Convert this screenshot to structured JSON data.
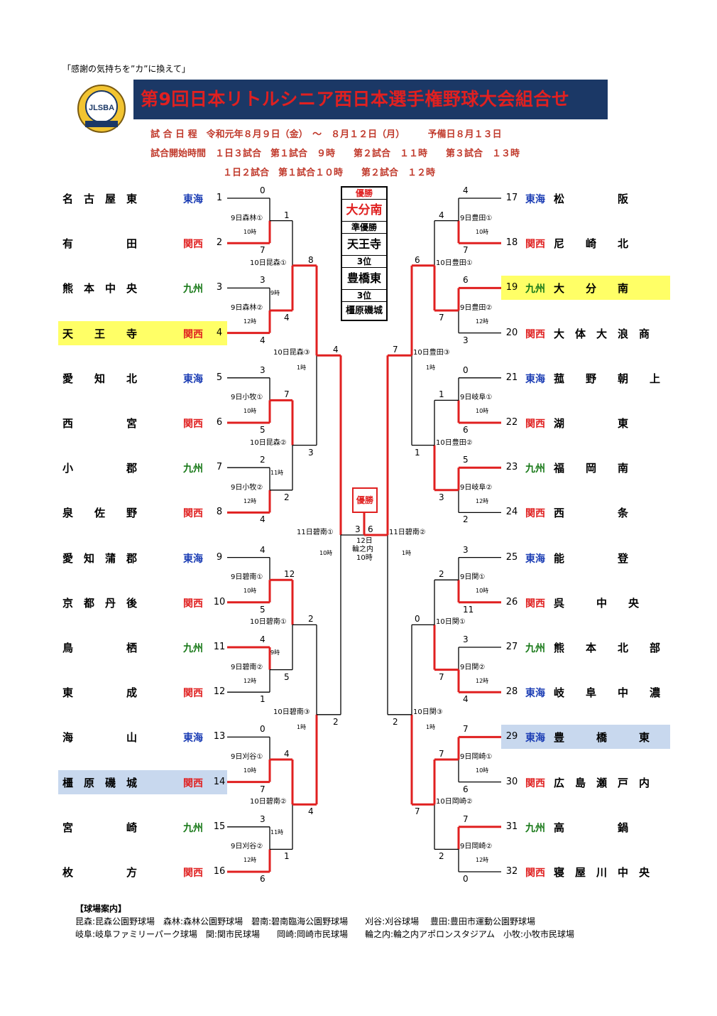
{
  "slogan": "「感謝の気持ちを”カ”に換えて」",
  "title": "第9回日本リトルシニア西日本選手権野球大会組合せ",
  "logo_text": "JLSBA",
  "schedule": {
    "line1": "試 合 日 程　令和元年８月９日（金）　～　８月１２日（月）　　　予備日８月１３日",
    "line2": "試合開始時間　１日３試合　第１試合　９時　　第２試合　１１時　　第３試合　１３時",
    "line3": "１日２試合　第１試合１０時　　第２試合　１２時"
  },
  "results": {
    "champion_label": "優勝",
    "champion": "大分南",
    "runner_up_label": "準優勝",
    "runner_up": "天王寺",
    "third_label": "3位",
    "third1": "豊橋東",
    "third2_label": "3位",
    "third2": "橿原磯城"
  },
  "colors": {
    "tokai": "#1a3cb4",
    "kansai": "#e02020",
    "kyushu": "#1a7a1a",
    "bracket_win": "#e02020",
    "highlight_yellow": "#ffff66",
    "highlight_blue": "#c8d8ee"
  },
  "left_teams": [
    {
      "name": "名　古　屋　東",
      "region": "東海",
      "no": "1"
    },
    {
      "name": "有　　　　　田",
      "region": "関西",
      "no": "2"
    },
    {
      "name": "熊　本　中　央",
      "region": "九州",
      "no": "3"
    },
    {
      "name": "天　　王　　寺",
      "region": "関西",
      "no": "4"
    },
    {
      "name": "愛　　知　　北",
      "region": "東海",
      "no": "5"
    },
    {
      "name": "西　　　　　宮",
      "region": "関西",
      "no": "6"
    },
    {
      "name": "小　　　　　郡",
      "region": "九州",
      "no": "7"
    },
    {
      "name": "泉　　佐　　野",
      "region": "関西",
      "no": "8"
    },
    {
      "name": "愛　知　蒲　郡",
      "region": "東海",
      "no": "9"
    },
    {
      "name": "京　都　丹　後",
      "region": "関西",
      "no": "10"
    },
    {
      "name": "鳥　　　　　栖",
      "region": "九州",
      "no": "11"
    },
    {
      "name": "東　　　　　成",
      "region": "関西",
      "no": "12"
    },
    {
      "name": "海　　　　　山",
      "region": "東海",
      "no": "13"
    },
    {
      "name": "橿　原　磯　城",
      "region": "関西",
      "no": "14"
    },
    {
      "name": "宮　　　　　崎",
      "region": "九州",
      "no": "15"
    },
    {
      "name": "枚　　　　　方",
      "region": "関西",
      "no": "16"
    }
  ],
  "right_teams": [
    {
      "name": "松　　　　　阪",
      "region": "東海",
      "no": "17"
    },
    {
      "name": "尼　　崎　　北",
      "region": "関西",
      "no": "18"
    },
    {
      "name": "大　　分　　南",
      "region": "九州",
      "no": "19"
    },
    {
      "name": "大　体　大　浪　商",
      "region": "関西",
      "no": "20"
    },
    {
      "name": "菰　　野　　朝　　上",
      "region": "東海",
      "no": "21"
    },
    {
      "name": "湖　　　　　東",
      "region": "関西",
      "no": "22"
    },
    {
      "name": "福　　岡　　南",
      "region": "九州",
      "no": "23"
    },
    {
      "name": "西　　　　　条",
      "region": "関西",
      "no": "24"
    },
    {
      "name": "能　　　　　登",
      "region": "東海",
      "no": "25"
    },
    {
      "name": "呉　　　中　　央",
      "region": "関西",
      "no": "26"
    },
    {
      "name": "熊　　本　　北　　部",
      "region": "九州",
      "no": "27"
    },
    {
      "name": "岐　　阜　　中　　濃",
      "region": "東海",
      "no": "28"
    },
    {
      "name": "豊　　　橋　　　東",
      "region": "東海",
      "no": "29"
    },
    {
      "name": "広　島　瀬　戸　内",
      "region": "関西",
      "no": "30"
    },
    {
      "name": "高　　　　　鍋",
      "region": "九州",
      "no": "31"
    },
    {
      "name": "寝　屋　川　中　央",
      "region": "関西",
      "no": "32"
    }
  ],
  "r1_labels_left": [
    "9日森林①",
    "10時",
    "9日森林②",
    "12時",
    "9日小牧①",
    "10時",
    "9日小牧②",
    "12時",
    "9日碧南①",
    "10時",
    "9日碧南②",
    "12時",
    "9日刈谷①",
    "10時",
    "9日刈谷②",
    "12時"
  ],
  "r1_labels_right": [
    "9日豊田①",
    "10時",
    "9日豊田②",
    "12時",
    "9日岐阜①",
    "10時",
    "9日岐阜②",
    "12時",
    "9日関①",
    "10時",
    "9日関②",
    "12時",
    "9日岡崎①",
    "10時",
    "9日岡崎②",
    "12時"
  ],
  "r1_scores_left": [
    [
      "0",
      "7"
    ],
    [
      "3",
      "4"
    ],
    [
      "3",
      "5"
    ],
    [
      "2",
      "4"
    ],
    [
      "4",
      "5"
    ],
    [
      "4",
      "1"
    ],
    [
      "0",
      "7"
    ],
    [
      "3",
      "6"
    ]
  ],
  "r1_scores_right": [
    [
      "4",
      "7"
    ],
    [
      "6",
      "3"
    ],
    [
      "0",
      "6"
    ],
    [
      "5",
      "2"
    ],
    [
      "3",
      "11"
    ],
    [
      "3",
      "4"
    ],
    [
      "7",
      "6"
    ],
    [
      "7",
      "0"
    ]
  ],
  "r1_ninetime_left": [
    "9時",
    "11時",
    "9時",
    "11時"
  ],
  "r2_labels_left": [
    "10日昆森①",
    "10日昆森②",
    "10日碧南①",
    "10日碧南②"
  ],
  "r2_labels_right": [
    "10日豊田①",
    "10日豊田②",
    "10日関①",
    "10日岡崎②"
  ],
  "r2_scores_left": [
    [
      "1",
      "4"
    ],
    [
      "7",
      "2"
    ],
    [
      "12",
      "5"
    ],
    [
      "4",
      "1"
    ]
  ],
  "r2_scores_right": [
    [
      "4",
      "7"
    ],
    [
      "1",
      "3"
    ],
    [
      "2",
      "7"
    ],
    [
      "7",
      "2"
    ]
  ],
  "r3_labels_left": [
    "10日昆森③",
    "1時",
    "10日碧南③",
    "1時"
  ],
  "r3_labels_right": [
    "10日豊田③",
    "1時",
    "10日関③",
    "1時"
  ],
  "r3_scores_left": [
    [
      "8",
      "3"
    ],
    [
      "2",
      "4"
    ]
  ],
  "r3_scores_right": [
    [
      "6",
      "1"
    ],
    [
      "0",
      "7"
    ]
  ],
  "sf_scores_left": [
    "4",
    "2"
  ],
  "sf_scores_right": [
    "7",
    "2"
  ],
  "sf_label_left": "11日碧南①",
  "sf_time_left": "10時",
  "sf_label_right": "11日碧南②",
  "sf_time_right": "1時",
  "final": {
    "label": "優勝",
    "score_left": "3",
    "score_right": "6",
    "date": "12日",
    "venue": "輪之内",
    "time": "10時"
  },
  "venue_title": "【球場案内】",
  "venue_line1": "昆森:昆森公園野球場　森林:森林公園野球場　碧南:碧南臨海公園野球場　　刈谷:刈谷球場　 豊田:豊田市運動公園野球場",
  "venue_line2": "岐阜:岐阜ファミリーパーク球場　関:関市民球場　　岡崎:岡崎市民球場　　輪之内:輪之内アポロンスタジアム　小牧:小牧市民球場"
}
